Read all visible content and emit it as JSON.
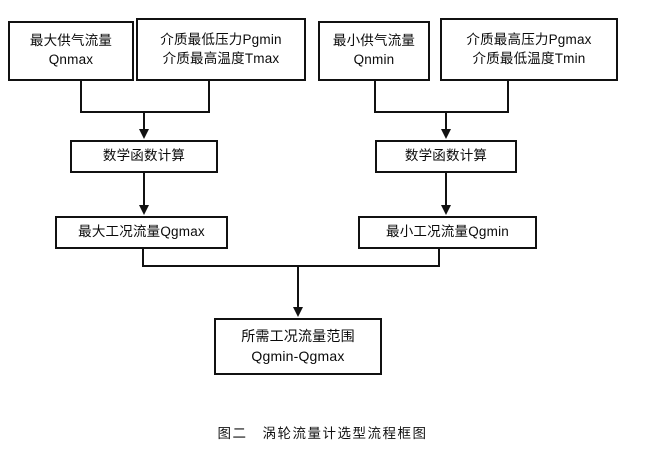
{
  "diagram": {
    "caption": "图二　涡轮流量计选型流程框图",
    "stroke_color": "#111111",
    "background_color": "#ffffff",
    "nodes": {
      "max_supply_flow": {
        "line1": "最大供气流量",
        "line2": "Qnmax"
      },
      "min_pressure_max_temp": {
        "line1": "介质最低压力Pgmin",
        "line2": "介质最高温度Tmax"
      },
      "min_supply_flow": {
        "line1": "最小供气流量",
        "line2": "Qnmin"
      },
      "max_pressure_min_temp": {
        "line1": "介质最高压力Pgmax",
        "line2": "介质最低温度Tmin"
      },
      "math_calc_left": {
        "line1": "数学函数计算"
      },
      "math_calc_right": {
        "line1": "数学函数计算"
      },
      "qgmax_result": {
        "line1": "最大工况流量Qgmax"
      },
      "qgmin_result": {
        "line1": "最小工况流量Qgmin"
      },
      "final_range": {
        "line1": "所需工况流量范围",
        "line2": "Qgmin-Qgmax"
      }
    }
  }
}
